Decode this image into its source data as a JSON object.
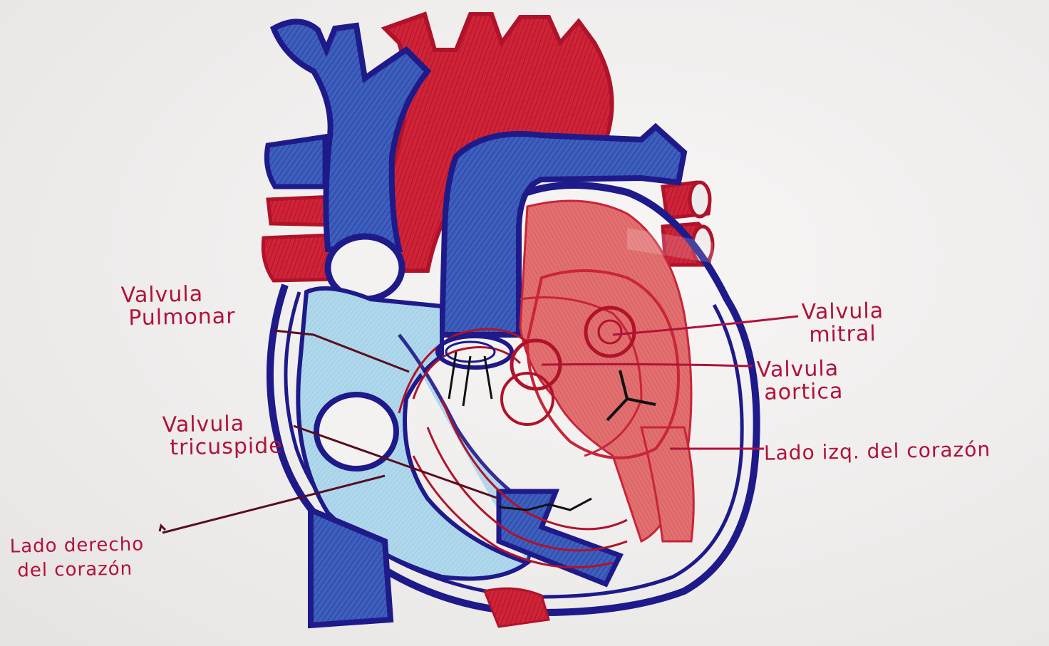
{
  "diagram": {
    "labels": {
      "valvula_pulmonar": {
        "line1": "Valvula",
        "line2": "Pulmonar"
      },
      "valvula_mitral": {
        "line1": "Valvula",
        "line2": "mitral"
      },
      "valvula_aortica": {
        "line1": "Valvula",
        "line2": "aortica"
      },
      "valvula_tricuspide": {
        "line1": "Valvula",
        "line2": "tricuspide"
      },
      "lado_izquierdo": "Lado izq. del corazón",
      "lado_derecho": {
        "line1": "Lado derecho",
        "line2": "del corazón"
      }
    },
    "colors": {
      "ink_red": "#b0123a",
      "ink_blue": "#1e1a8a",
      "deoxygenated_blue": "#2f4fae",
      "light_blue": "#a9d3ea",
      "oxygenated_red": "#c8243a",
      "light_red": "#dc6668"
    }
  }
}
